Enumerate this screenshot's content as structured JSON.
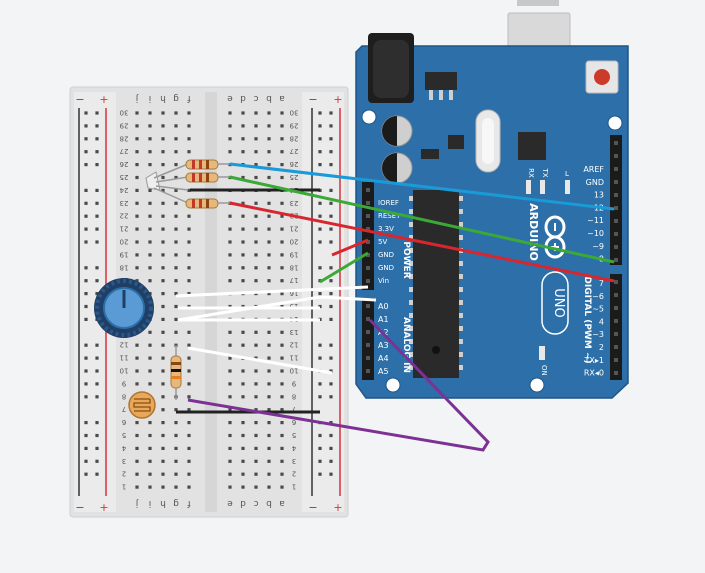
{
  "colors": {
    "canvas": "#f3f4f6",
    "breadboard": "#e2e2e2",
    "board": "#2d6fa8",
    "board_edge": "#1f5587",
    "header": "#1b1b1b",
    "rail_red": "#d8323c",
    "rail_black": "#333333",
    "wire_blue": "#1a9ad6",
    "wire_green": "#3aa935",
    "wire_red": "#d8262e",
    "wire_purple": "#7b3294",
    "wire_white": "#ffffff",
    "wire_black": "#222222"
  },
  "breadboard": {
    "col_letters_left": [
      "j",
      "i",
      "h",
      "g",
      "f"
    ],
    "col_letters_right": [
      "e",
      "d",
      "c",
      "b",
      "a"
    ],
    "rail_plus": "+",
    "rail_minus": "−",
    "row_count": 30
  },
  "arduino": {
    "brand": "ARDUINO",
    "model": "UNO",
    "on_label": "ON",
    "led_labels": [
      "RX",
      "TX",
      "L"
    ],
    "power_section": "POWER",
    "analog_section": "ANALOG IN",
    "digital_section": "DIGITAL (PWM ~)",
    "power_pins": [
      "IOREF",
      "RESET",
      "3.3V",
      "5V",
      "GND",
      "GND",
      "Vin"
    ],
    "analog_pins": [
      "A0",
      "A1",
      "A2",
      "A3",
      "A4",
      "A5"
    ],
    "top_header_pins": [
      "AREF",
      "GND",
      "13",
      "12",
      "~11",
      "~10",
      "~9",
      "8"
    ],
    "bottom_header_pins": [
      "7",
      "~6",
      "~5",
      "4",
      "~3",
      "2",
      "TX▸1",
      "RX◂0"
    ]
  },
  "components": [
    {
      "name": "potentiometer-icon",
      "kind": "potentiometer"
    },
    {
      "name": "photoresistor-icon",
      "kind": "photoresistor"
    },
    {
      "name": "resistor-icon",
      "kind": "resistor"
    },
    {
      "name": "rgb-led-icon",
      "kind": "rgb-led"
    }
  ],
  "wires": [
    {
      "name": "blue-signal-wire",
      "color": "wire_blue",
      "from": "resistor row 26",
      "to": "pin 12"
    },
    {
      "name": "green-signal-wire",
      "color": "wire_green",
      "from": "resistor row 25",
      "to": "pin 8"
    },
    {
      "name": "red-signal-wire",
      "color": "wire_red",
      "from": "resistor row 23",
      "to": "pin 7"
    },
    {
      "name": "purple-analog-wire",
      "color": "wire_purple",
      "from": "row 7",
      "to": "A1"
    },
    {
      "name": "red-power-wire",
      "color": "wire_red",
      "from": "rail",
      "to": "5V"
    },
    {
      "name": "green-ground-wire",
      "color": "wire_green",
      "from": "rail",
      "to": "GND"
    },
    {
      "name": "white-analog-wire",
      "color": "wire_white",
      "from": "potentiometer",
      "to": "A0"
    }
  ]
}
